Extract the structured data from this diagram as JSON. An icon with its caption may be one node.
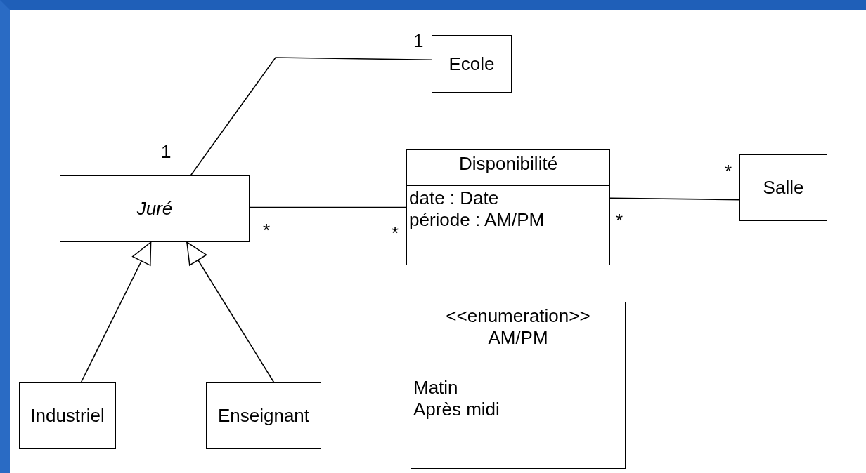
{
  "diagram": {
    "nodes": [
      {
        "text": [
          "Ecole"
        ]
      },
      {
        "text": [
          "Juré"
        ]
      },
      {
        "text": [
          "Disponibilité",
          "date : Date",
          "période : AM/PM"
        ]
      },
      {
        "text": [
          "Salle"
        ]
      },
      {
        "text": [
          "Industriel"
        ]
      },
      {
        "text": [
          "Enseignant"
        ]
      },
      {
        "text": [
          "<<enumeration>>",
          "AM/PM",
          "Matin",
          "Après midi"
        ]
      }
    ],
    "edges": [
      {
        "from": 1,
        "to": 0,
        "arrow": "none"
      },
      {
        "from": 1,
        "to": 2,
        "arrow": "none"
      },
      {
        "from": 2,
        "to": 3,
        "arrow": "none"
      },
      {
        "from": 4,
        "to": 1,
        "arrow": "to"
      },
      {
        "from": 5,
        "to": 1,
        "arrow": "to"
      }
    ],
    "labels": [
      "1",
      "1",
      "*",
      "*",
      "*",
      "*"
    ]
  }
}
